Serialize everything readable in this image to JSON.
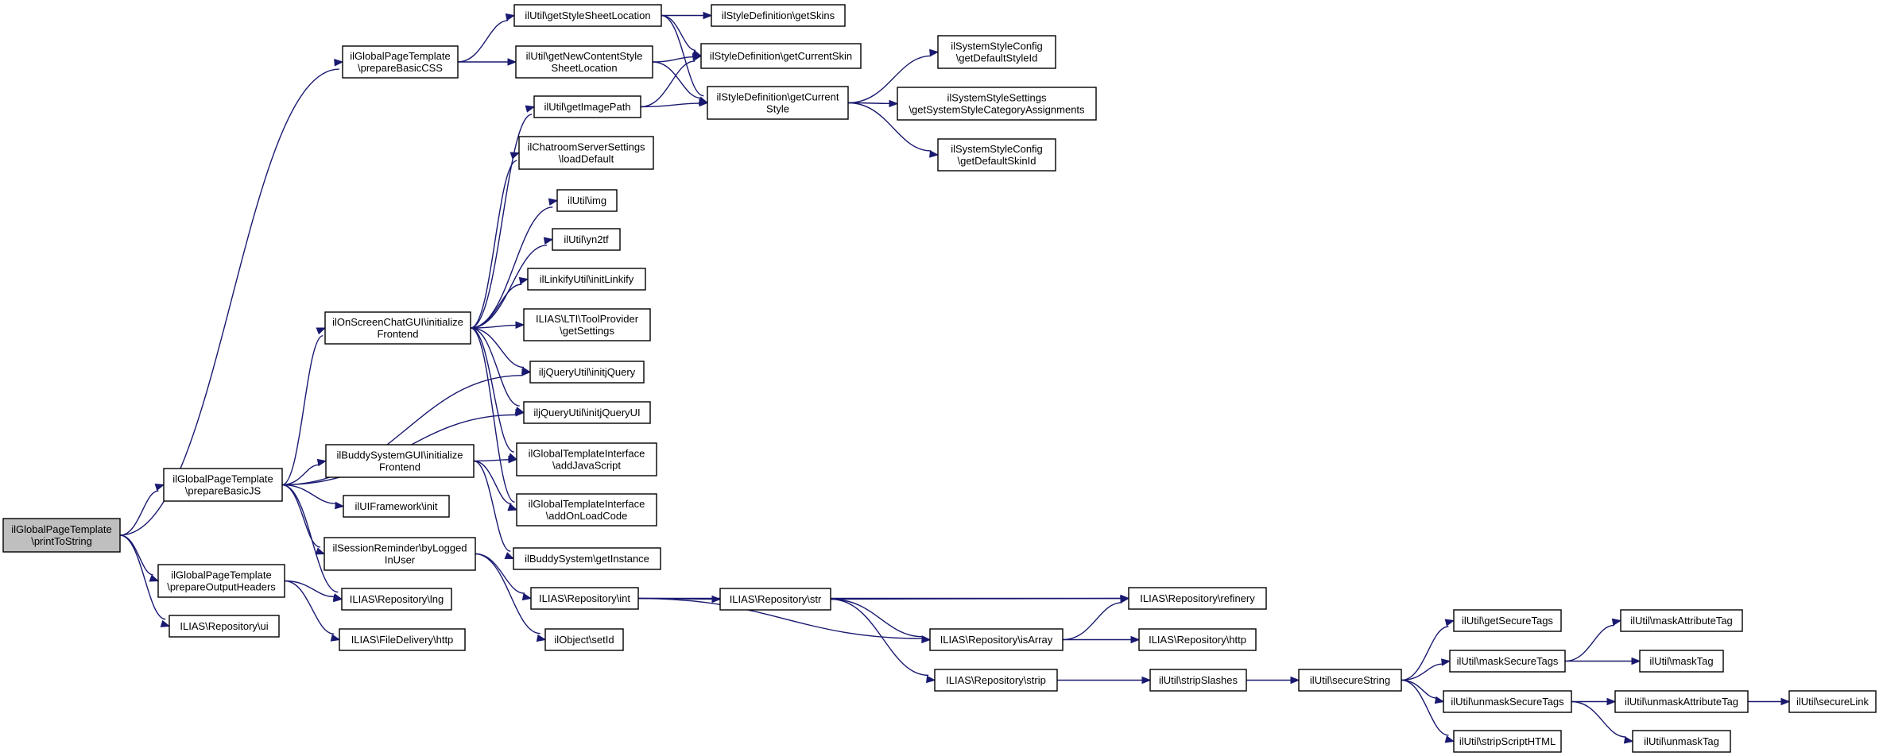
{
  "graph": {
    "colors": {
      "edge": "#191970",
      "node_border": "#000000",
      "root_fill": "#bfbfbf",
      "node_fill": "#ffffff"
    },
    "nodes": [
      {
        "id": "n0",
        "lines": [
          "ilGlobalPageTemplate",
          "\\printToString"
        ],
        "root": true
      },
      {
        "id": "n1",
        "lines": [
          "ilGlobalPageTemplate",
          "\\prepareBasicCSS"
        ]
      },
      {
        "id": "n2",
        "lines": [
          "ilGlobalPageTemplate",
          "\\prepareBasicJS"
        ]
      },
      {
        "id": "n3",
        "lines": [
          "ilGlobalPageTemplate",
          "\\prepareOutputHeaders"
        ]
      },
      {
        "id": "n4",
        "lines": [
          "ILIAS\\Repository\\ui"
        ]
      },
      {
        "id": "n5",
        "lines": [
          "ilUtil\\getStyleSheetLocation"
        ]
      },
      {
        "id": "n6",
        "lines": [
          "ilUtil\\getNewContentStyle",
          "SheetLocation"
        ]
      },
      {
        "id": "n7",
        "lines": [
          "ilStyleDefinition\\getSkins"
        ]
      },
      {
        "id": "n8",
        "lines": [
          "ilStyleDefinition\\getCurrentSkin"
        ]
      },
      {
        "id": "n9",
        "lines": [
          "ilStyleDefinition\\getCurrent",
          "Style"
        ]
      },
      {
        "id": "n10",
        "lines": [
          "ilSystemStyleConfig",
          "\\getDefaultStyleId"
        ]
      },
      {
        "id": "n11",
        "lines": [
          "ilSystemStyleSettings",
          "\\getSystemStyleCategoryAssignments"
        ]
      },
      {
        "id": "n12",
        "lines": [
          "ilSystemStyleConfig",
          "\\getDefaultSkinId"
        ]
      },
      {
        "id": "n13",
        "lines": [
          "ilUtil\\getImagePath"
        ]
      },
      {
        "id": "n14",
        "lines": [
          "ilChatroomServerSettings",
          "\\loadDefault"
        ]
      },
      {
        "id": "n15",
        "lines": [
          "ilUtil\\img"
        ]
      },
      {
        "id": "n16",
        "lines": [
          "ilUtil\\yn2tf"
        ]
      },
      {
        "id": "n17",
        "lines": [
          "ilLinkifyUtil\\initLinkify"
        ]
      },
      {
        "id": "n18",
        "lines": [
          "ILIAS\\LTI\\ToolProvider",
          "\\getSettings"
        ]
      },
      {
        "id": "n19",
        "lines": [
          "iljQueryUtil\\initjQuery"
        ]
      },
      {
        "id": "n20",
        "lines": [
          "iljQueryUtil\\initjQueryUI"
        ]
      },
      {
        "id": "n21",
        "lines": [
          "ilGlobalTemplateInterface",
          "\\addJavaScript"
        ]
      },
      {
        "id": "n22",
        "lines": [
          "ilGlobalTemplateInterface",
          "\\addOnLoadCode"
        ]
      },
      {
        "id": "n23",
        "lines": [
          "ilBuddySystem\\getInstance"
        ]
      },
      {
        "id": "n24",
        "lines": [
          "ilOnScreenChatGUI\\initialize",
          "Frontend"
        ]
      },
      {
        "id": "n25",
        "lines": [
          "ilBuddySystemGUI\\initialize",
          "Frontend"
        ]
      },
      {
        "id": "n26",
        "lines": [
          "ilUIFramework\\init"
        ]
      },
      {
        "id": "n27",
        "lines": [
          "ilSessionReminder\\byLogged",
          "InUser"
        ]
      },
      {
        "id": "n28",
        "lines": [
          "ILIAS\\Repository\\lng"
        ]
      },
      {
        "id": "n29",
        "lines": [
          "ILIAS\\FileDelivery\\http"
        ]
      },
      {
        "id": "n30",
        "lines": [
          "ILIAS\\Repository\\int"
        ]
      },
      {
        "id": "n31",
        "lines": [
          "ilObject\\setId"
        ]
      },
      {
        "id": "n32",
        "lines": [
          "ILIAS\\Repository\\str"
        ]
      },
      {
        "id": "n33",
        "lines": [
          "ILIAS\\Repository\\refinery"
        ]
      },
      {
        "id": "n34",
        "lines": [
          "ILIAS\\Repository\\isArray"
        ]
      },
      {
        "id": "n35",
        "lines": [
          "ILIAS\\Repository\\http"
        ]
      },
      {
        "id": "n36",
        "lines": [
          "ILIAS\\Repository\\strip"
        ]
      },
      {
        "id": "n37",
        "lines": [
          "ilUtil\\stripSlashes"
        ]
      },
      {
        "id": "n38",
        "lines": [
          "ilUtil\\secureString"
        ]
      },
      {
        "id": "n39",
        "lines": [
          "ilUtil\\getSecureTags"
        ]
      },
      {
        "id": "n40",
        "lines": [
          "ilUtil\\maskSecureTags"
        ]
      },
      {
        "id": "n41",
        "lines": [
          "ilUtil\\unmaskSecureTags"
        ]
      },
      {
        "id": "n42",
        "lines": [
          "ilUtil\\stripScriptHTML"
        ]
      },
      {
        "id": "n43",
        "lines": [
          "ilUtil\\maskAttributeTag"
        ]
      },
      {
        "id": "n44",
        "lines": [
          "ilUtil\\maskTag"
        ]
      },
      {
        "id": "n45",
        "lines": [
          "ilUtil\\unmaskAttributeTag"
        ]
      },
      {
        "id": "n46",
        "lines": [
          "ilUtil\\unmaskTag"
        ]
      },
      {
        "id": "n47",
        "lines": [
          "ilUtil\\secureLink"
        ]
      }
    ],
    "edges": [
      [
        "n0",
        "n1"
      ],
      [
        "n0",
        "n2"
      ],
      [
        "n0",
        "n3"
      ],
      [
        "n0",
        "n4"
      ],
      [
        "n1",
        "n5"
      ],
      [
        "n1",
        "n6"
      ],
      [
        "n5",
        "n7"
      ],
      [
        "n5",
        "n8"
      ],
      [
        "n5",
        "n9"
      ],
      [
        "n6",
        "n8"
      ],
      [
        "n6",
        "n9"
      ],
      [
        "n9",
        "n10"
      ],
      [
        "n9",
        "n11"
      ],
      [
        "n9",
        "n12"
      ],
      [
        "n13",
        "n8"
      ],
      [
        "n13",
        "n9"
      ],
      [
        "n2",
        "n24"
      ],
      [
        "n2",
        "n19"
      ],
      [
        "n2",
        "n20"
      ],
      [
        "n2",
        "n25"
      ],
      [
        "n2",
        "n26"
      ],
      [
        "n2",
        "n27"
      ],
      [
        "n2",
        "n28"
      ],
      [
        "n24",
        "n13"
      ],
      [
        "n24",
        "n14"
      ],
      [
        "n24",
        "n15"
      ],
      [
        "n24",
        "n16"
      ],
      [
        "n24",
        "n17"
      ],
      [
        "n24",
        "n18"
      ],
      [
        "n24",
        "n19"
      ],
      [
        "n24",
        "n20"
      ],
      [
        "n24",
        "n21"
      ],
      [
        "n24",
        "n22"
      ],
      [
        "n25",
        "n21"
      ],
      [
        "n25",
        "n22"
      ],
      [
        "n25",
        "n23"
      ],
      [
        "n3",
        "n28"
      ],
      [
        "n3",
        "n29"
      ],
      [
        "n27",
        "n30"
      ],
      [
        "n27",
        "n31"
      ],
      [
        "n30",
        "n33"
      ],
      [
        "n30",
        "n32"
      ],
      [
        "n30",
        "n34"
      ],
      [
        "n32",
        "n33"
      ],
      [
        "n32",
        "n34"
      ],
      [
        "n32",
        "n36"
      ],
      [
        "n34",
        "n33"
      ],
      [
        "n34",
        "n35"
      ],
      [
        "n36",
        "n37"
      ],
      [
        "n37",
        "n38"
      ],
      [
        "n38",
        "n39"
      ],
      [
        "n38",
        "n40"
      ],
      [
        "n38",
        "n41"
      ],
      [
        "n38",
        "n42"
      ],
      [
        "n40",
        "n43"
      ],
      [
        "n40",
        "n44"
      ],
      [
        "n41",
        "n45"
      ],
      [
        "n41",
        "n46"
      ],
      [
        "n45",
        "n47"
      ]
    ]
  }
}
